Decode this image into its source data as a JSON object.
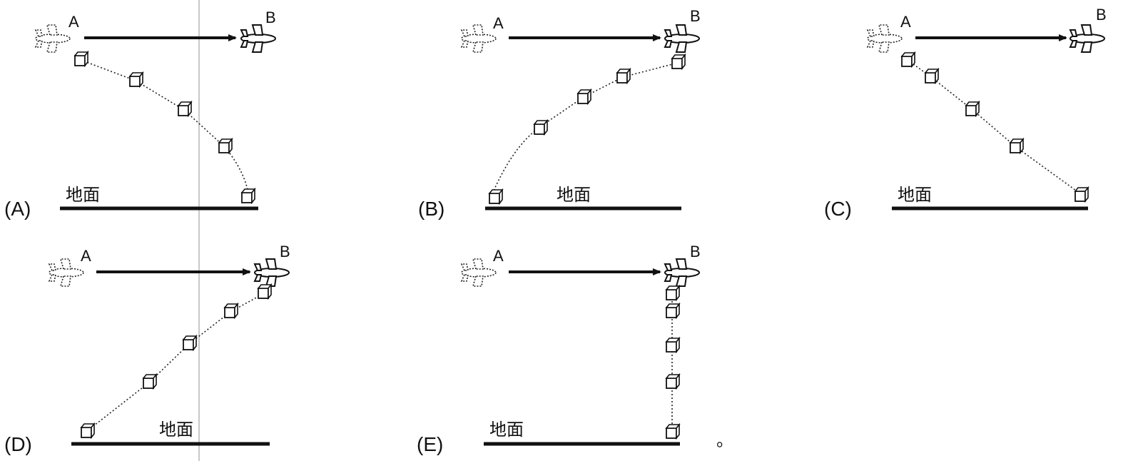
{
  "ground_text": "地面",
  "start_point": "A",
  "end_point": "B",
  "trailing_mark": "。",
  "options": [
    {
      "id": "A",
      "label": "(A)"
    },
    {
      "id": "B",
      "label": "(B)"
    },
    {
      "id": "C",
      "label": "(C)"
    },
    {
      "id": "D",
      "label": "(D)"
    },
    {
      "id": "E",
      "label": "(E)"
    }
  ]
}
